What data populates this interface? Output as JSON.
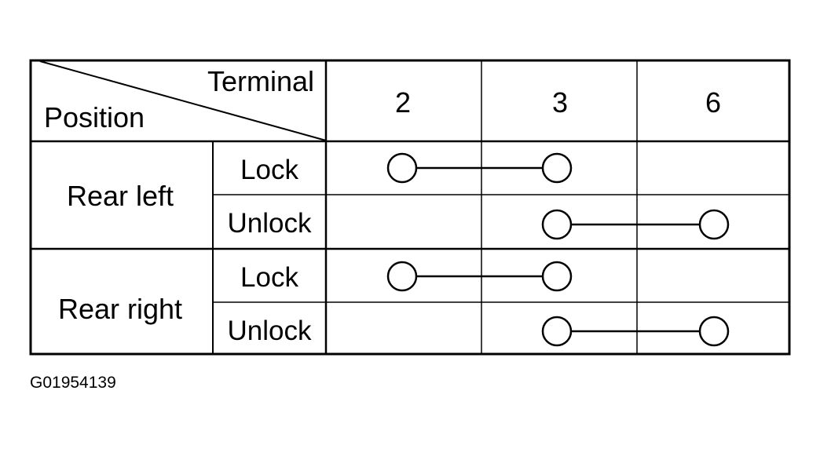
{
  "header": {
    "corner_top": "Terminal",
    "corner_bottom": "Position",
    "terminals": [
      "2",
      "3",
      "6"
    ]
  },
  "groups": [
    {
      "name": "Rear left",
      "rows": [
        {
          "position": "Lock",
          "connected_terminals": [
            "2",
            "3"
          ]
        },
        {
          "position": "Unlock",
          "connected_terminals": [
            "3",
            "6"
          ]
        }
      ]
    },
    {
      "name": "Rear right",
      "rows": [
        {
          "position": "Lock",
          "connected_terminals": [
            "2",
            "3"
          ]
        },
        {
          "position": "Unlock",
          "connected_terminals": [
            "3",
            "6"
          ]
        }
      ]
    }
  ],
  "figure_id": "G01954139"
}
